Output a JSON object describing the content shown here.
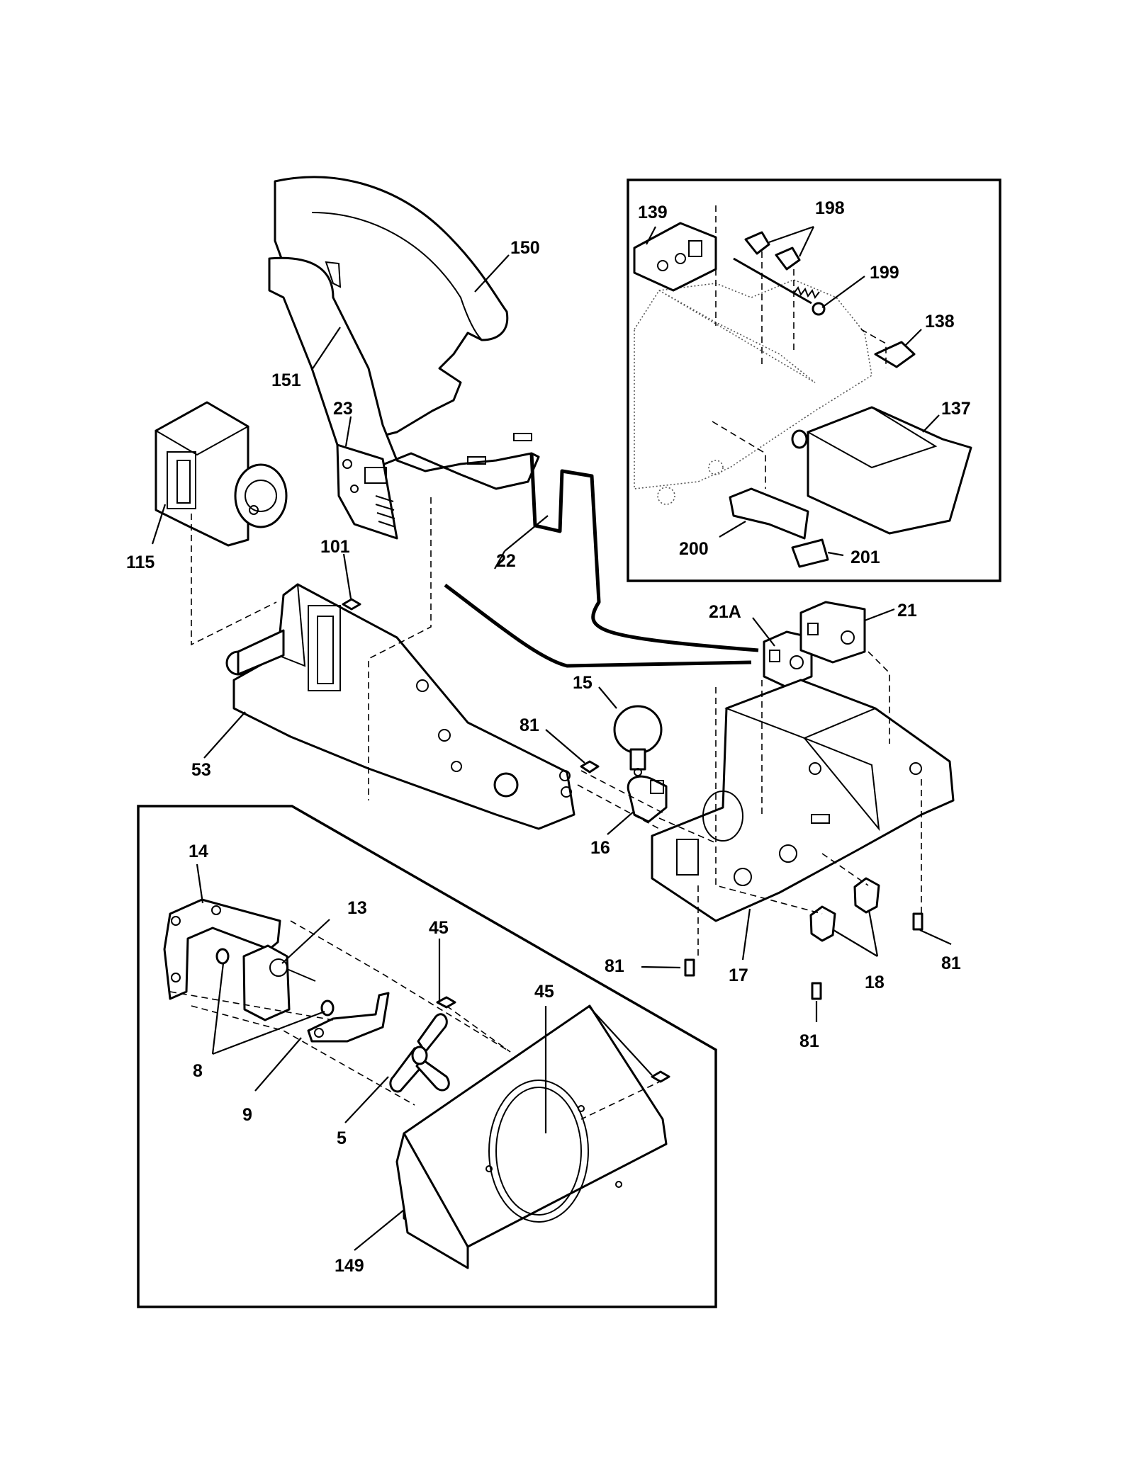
{
  "labels": {
    "l150": "150",
    "l151": "151",
    "l23": "23",
    "l115": "115",
    "l101": "101",
    "l22": "22",
    "l53": "53",
    "l81a": "81",
    "l15": "15",
    "l16": "16",
    "l21A": "21A",
    "l21": "21",
    "l17": "17",
    "l18": "18",
    "l81b": "81",
    "l81c": "81",
    "l81d": "81",
    "l139": "139",
    "l198": "198",
    "l199": "199",
    "l138": "138",
    "l137": "137",
    "l200": "200",
    "l201": "201",
    "l14": "14",
    "l13": "13",
    "l45a": "45",
    "l45b": "45",
    "l8": "8",
    "l9": "9",
    "l5": "5",
    "l149": "149"
  }
}
